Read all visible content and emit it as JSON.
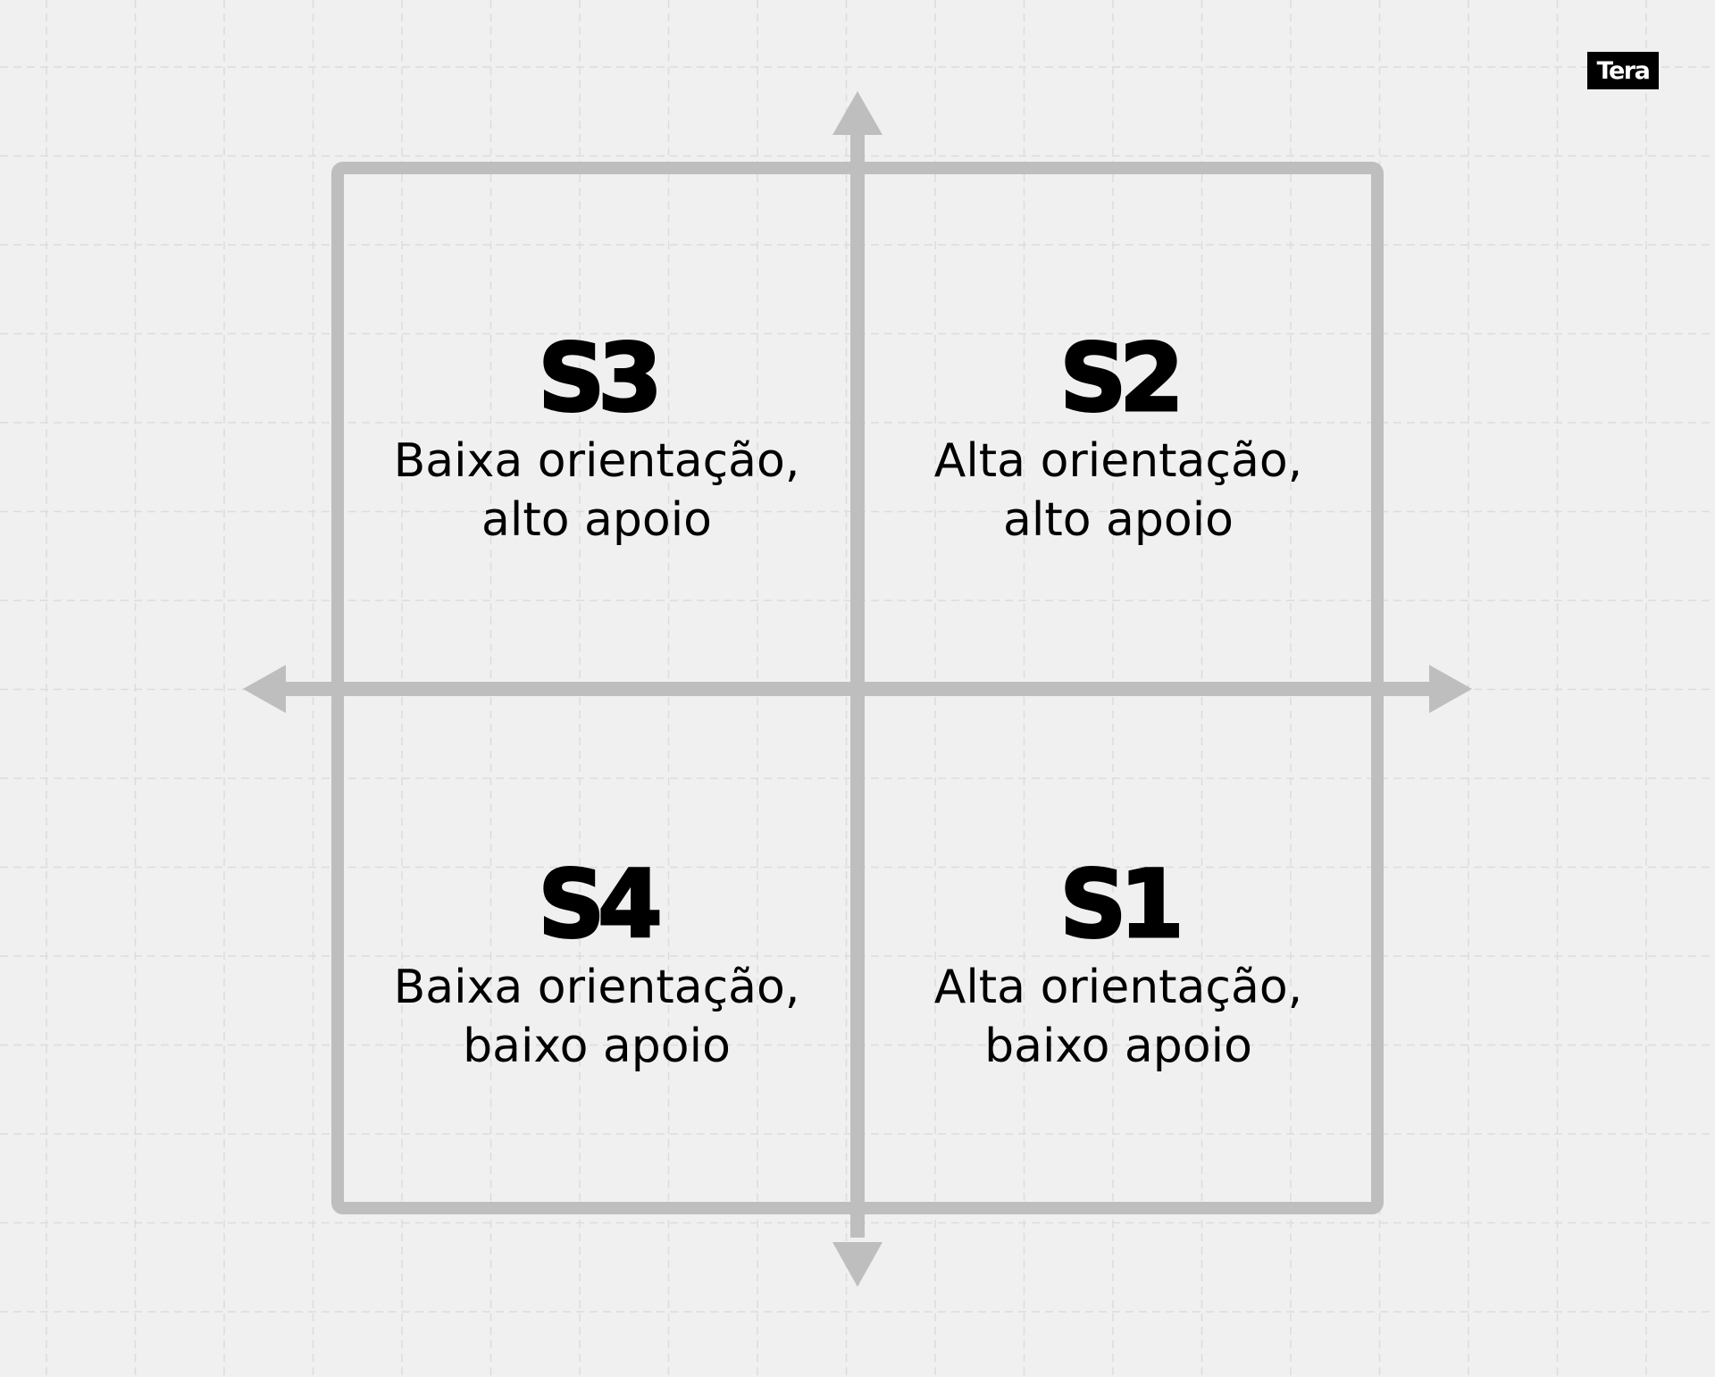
{
  "brand": {
    "logo_text": "Tera"
  },
  "colors": {
    "background": "#f0f0f0",
    "grid_lines": "#dcdcdc",
    "axes_and_frame": "#bebebf",
    "text": "#000000",
    "logo_background": "#000000",
    "logo_text": "#ffffff"
  },
  "quadrants": {
    "top_left": {
      "code": "S3",
      "description": "Baixa orientação,\nalto apoio"
    },
    "top_right": {
      "code": "S2",
      "description": "Alta orientação,\nalto apoio"
    },
    "bottom_left": {
      "code": "S4",
      "description": "Baixa orientação,\nbaixo apoio"
    },
    "bottom_right": {
      "code": "S1",
      "description": "Alta orientação,\nbaixo apoio"
    }
  }
}
